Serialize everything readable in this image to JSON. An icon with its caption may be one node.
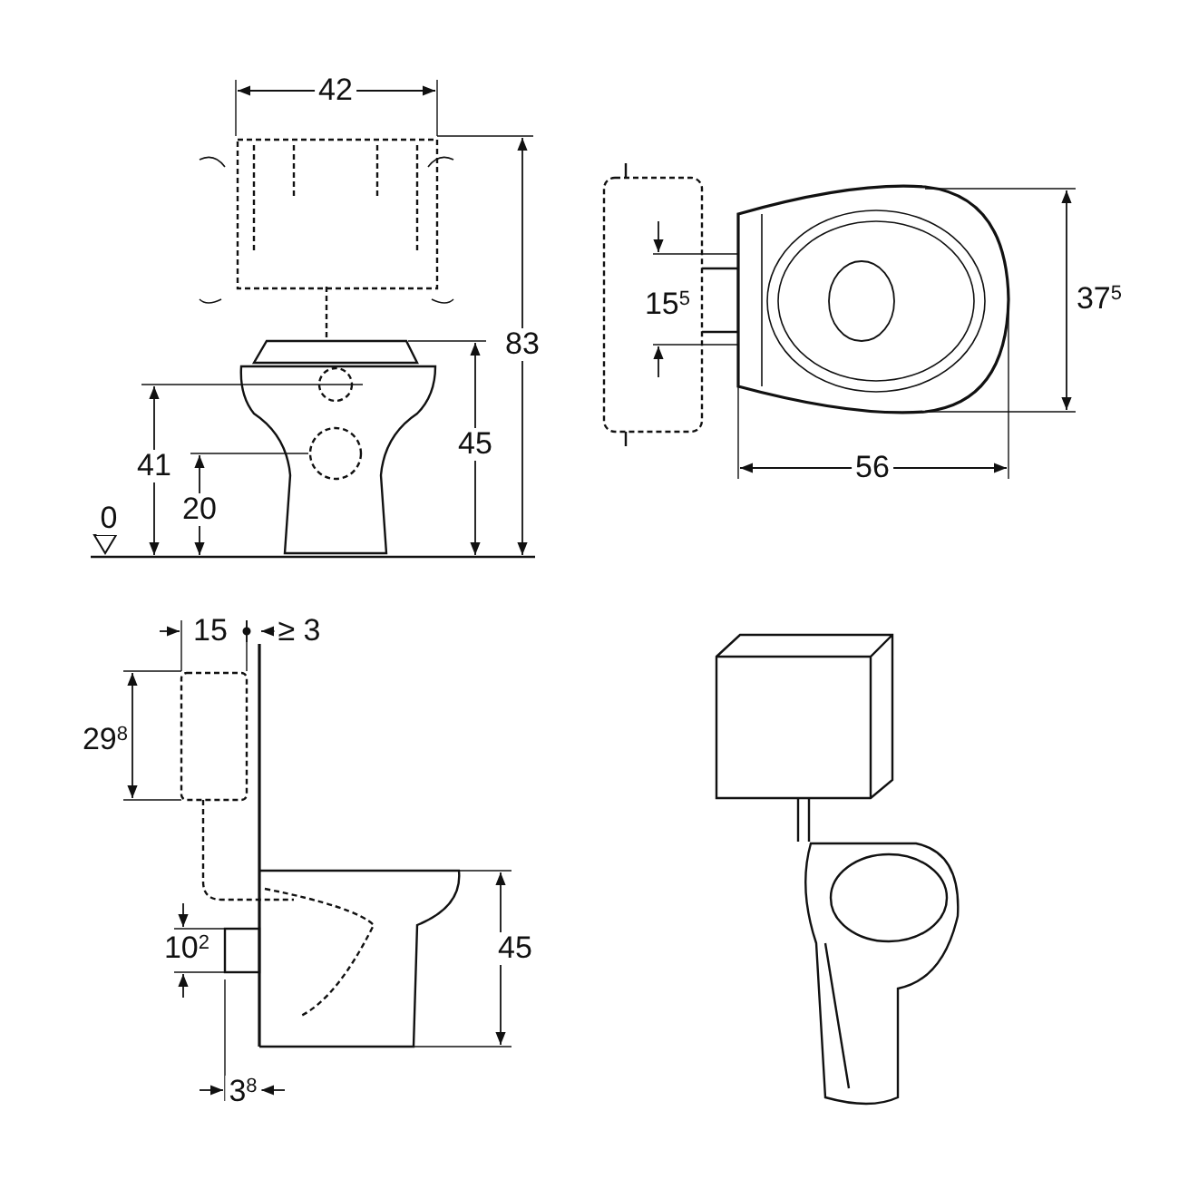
{
  "diagram": {
    "labels": [
      "42",
      "15$^{5}$",
      "37$^{5}$",
      "83",
      "45",
      "41",
      "20",
      "0",
      "56",
      "15",
      "≥ 3",
      "29$^{8}$",
      "10$^{2}$",
      "45",
      "3$^{8}$"
    ]
  }
}
